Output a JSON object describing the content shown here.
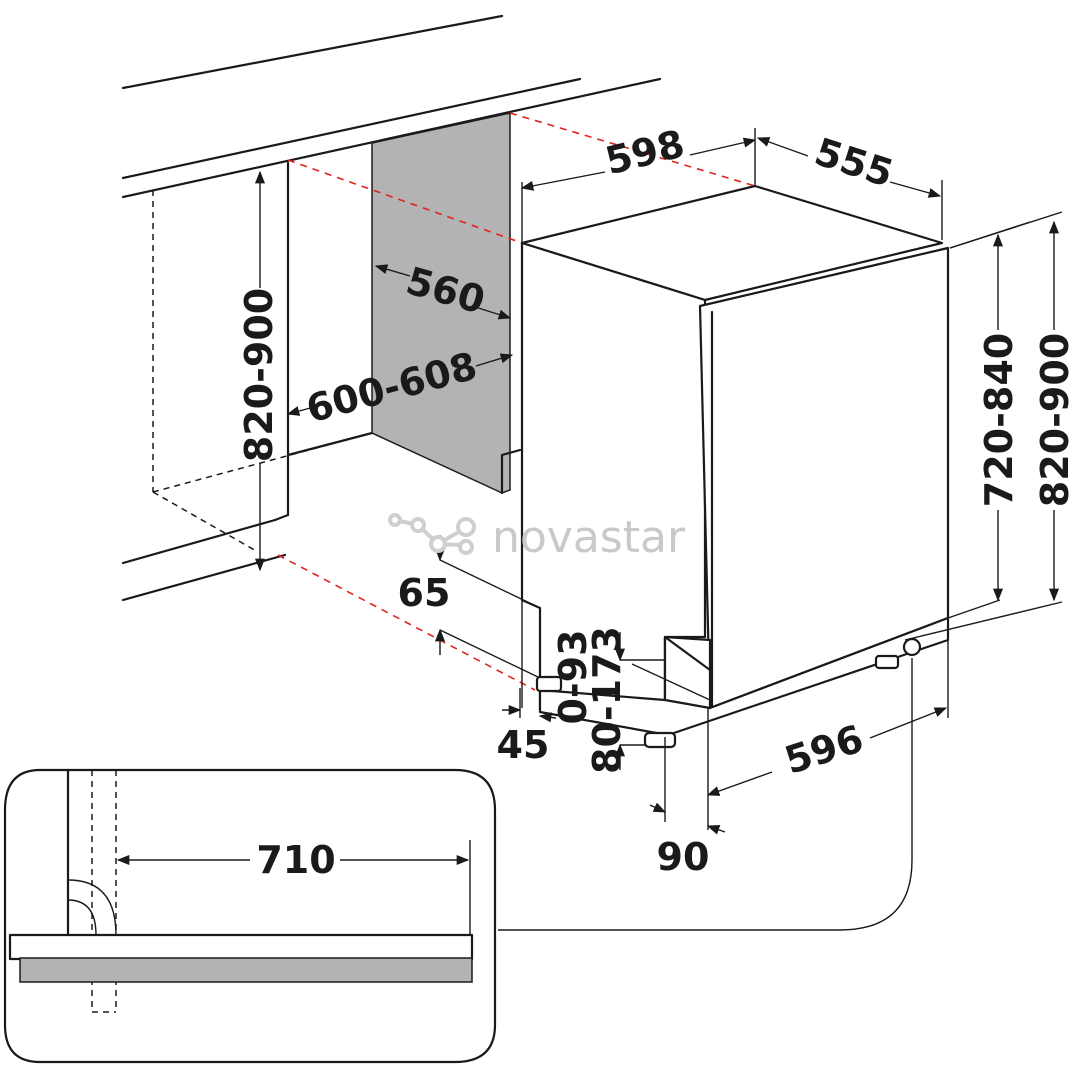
{
  "watermark": {
    "text": "novastar",
    "color": "#c9c9c9"
  },
  "dimensions": {
    "depth_niche": "560",
    "width_niche": "600-608",
    "height_niche_left": "820-900",
    "width_appliance": "598",
    "depth_appliance": "555",
    "height_appliance": "720-840",
    "height_total_right": "820-900",
    "plinth_65": "65",
    "plinth_45": "45",
    "adjust_0_93": "0-93",
    "adjust_80_173": "80-173",
    "door_width": "596",
    "door_offset": "90",
    "detail_710": "710"
  },
  "colors": {
    "line": "#1a1a1a",
    "guide": "#e0231c",
    "panel": "#b3b3b3"
  }
}
